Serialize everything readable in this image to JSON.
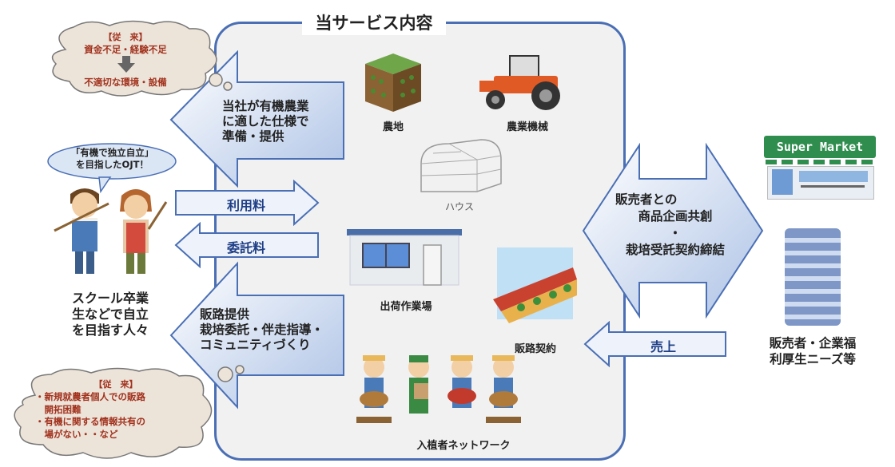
{
  "service": {
    "title": "当サービス内容",
    "arrow_top": [
      "当社が有機農業",
      "に適した仕様で",
      "準備・提供"
    ],
    "arrow_bottom": [
      "販路提供",
      "栽培委託・伴走指導・",
      "コミュニティづくり"
    ],
    "usage_fee": "利用料",
    "commission_fee": "委託料",
    "items": {
      "farmland": "農地",
      "machinery": "農業機械",
      "house": "ハウス",
      "shipping": "出荷作業場",
      "sales_contract": "販路契約",
      "network": "入植者ネットワーク"
    }
  },
  "left": {
    "cloud_top": {
      "title": "【従　来】",
      "line1": "資金不足・経験不足",
      "line2": "不適切な環境・設備"
    },
    "speech": [
      "「有機で独立自立」",
      "を目指したOJT！"
    ],
    "caption": [
      "スクール卒業",
      "生などで自立",
      "を目指す人々"
    ],
    "cloud_bottom": {
      "title": "【従　来】",
      "lines": [
        "・新規就農者個人での販路",
        "　開拓困難",
        "・有機に関する情報共有の",
        "　場がない・・など"
      ]
    }
  },
  "right": {
    "double_arrow": [
      "販売者との",
      "商品企画共創",
      "・",
      "栽培受託契約締結"
    ],
    "sales": "売上",
    "supermarket_sign": "Super Market",
    "caption": [
      "販売者・企業福",
      "利厚生ニーズ等"
    ]
  },
  "colors": {
    "blue_border": "#4a6fb5",
    "arrow_fill_top": "#eef3fb",
    "arrow_fill_bottom": "#b9cbe8",
    "cloud": "#ece3d9",
    "cloud_text": "#a2321d",
    "supermarket_green": "#2f8d4e"
  }
}
